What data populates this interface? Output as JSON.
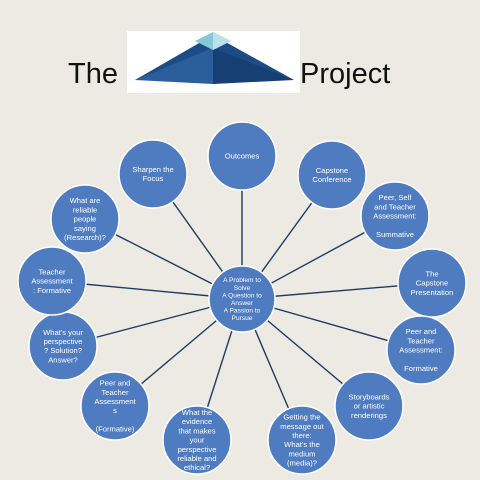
{
  "title": {
    "left": "The",
    "right": "Project"
  },
  "colors": {
    "background": "#eceae2",
    "node_fill": "#4f7cc0",
    "node_stroke": "#ffffff",
    "spoke": "#1f3b64",
    "logo_dark": "#1c4c85",
    "logo_light": "#87c9d8"
  },
  "center": {
    "lines": [
      "A Problem to",
      "Solve",
      "A Question to",
      "Answer",
      "A Passion to",
      "Pursue"
    ]
  },
  "nodes": [
    {
      "id": "outcomes",
      "lines": [
        "Outcomes"
      ]
    },
    {
      "id": "capstone-conference",
      "lines": [
        "Capstone",
        "Conference"
      ]
    },
    {
      "id": "peer-self-teacher-summative",
      "lines": [
        "Peer, Self",
        "and Teacher",
        "Assessment:",
        "",
        "Summative"
      ]
    },
    {
      "id": "capstone-presentation",
      "lines": [
        "The",
        "Capstone",
        "Presentation"
      ]
    },
    {
      "id": "peer-teacher-formative",
      "lines": [
        "Peer and",
        "Teacher",
        "Assessment:",
        "",
        "Formative"
      ]
    },
    {
      "id": "storyboards",
      "lines": [
        "Storyboards",
        "or artistic",
        "renderings"
      ]
    },
    {
      "id": "getting-message-out",
      "lines": [
        "Getting the",
        "message out",
        "there:",
        "What's the",
        "medium",
        "(media)?"
      ]
    },
    {
      "id": "what-evidence",
      "lines": [
        "What the",
        "evidence",
        "that makes",
        "your",
        "perspective",
        "reliable and",
        "ethical?"
      ]
    },
    {
      "id": "peer-teacher-assessments",
      "lines": [
        "Peer  and",
        "Teacher",
        "Assessment",
        "s",
        "",
        "(Formative)"
      ]
    },
    {
      "id": "whats-your-perspective",
      "lines": [
        "What's your",
        "perspective",
        "? Solution?",
        "Answer?"
      ]
    },
    {
      "id": "teacher-assessment-formative",
      "lines": [
        "Teacher",
        "Assessment",
        ": Formative"
      ]
    },
    {
      "id": "reliable-people-research",
      "lines": [
        "What are",
        "reliable",
        "people",
        "saying",
        "(Research)?"
      ]
    },
    {
      "id": "sharpen-focus",
      "lines": [
        "Sharpen the",
        "Focus"
      ]
    }
  ]
}
